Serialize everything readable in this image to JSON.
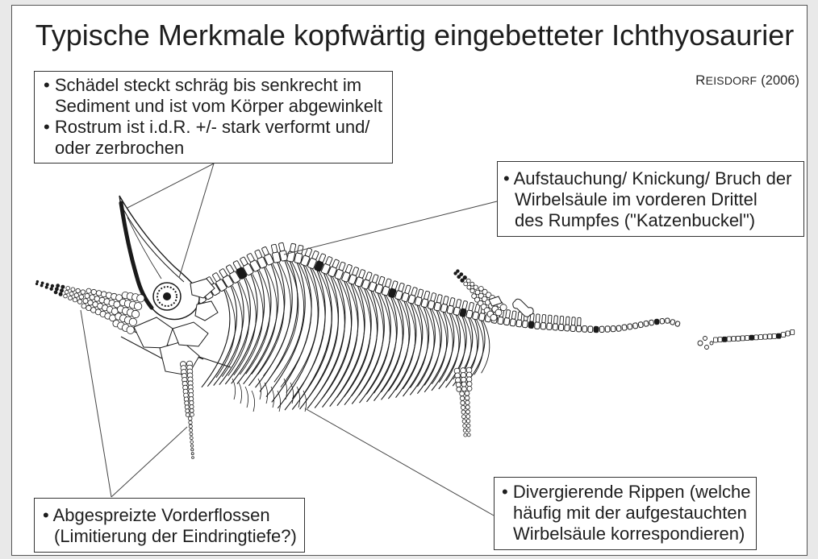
{
  "title": "Typische Merkmale kopfwärtig eingebetteter Ichthyosaurier",
  "citation": {
    "author": "REISDORF",
    "year": "(2006)"
  },
  "callouts": [
    {
      "lines": [
        "• Schädel steckt schräg bis senkrecht im",
        "Sediment und ist vom Körper abgewinkelt",
        "• Rostrum ist i.d.R. +/- stark verformt und/",
        "oder zerbrochen"
      ]
    },
    {
      "lines": [
        "• Aufstauchung/ Knickung/ Bruch der",
        "Wirbelsäule im vorderen Drittel",
        "des Rumpfes (\"Katzenbuckel\")"
      ]
    },
    {
      "lines": [
        "• Abgespreizte Vorderflossen",
        "(Limitierung der Eindringtiefe?)"
      ]
    },
    {
      "lines": [
        "• Divergierende Rippen (welche",
        "häufig mit der aufgestauchten",
        "Wirbelsäule korrespondieren)"
      ]
    }
  ],
  "colors": {
    "ink": "#1a1a1a",
    "leader": "#444444",
    "box_border": "#333333"
  }
}
